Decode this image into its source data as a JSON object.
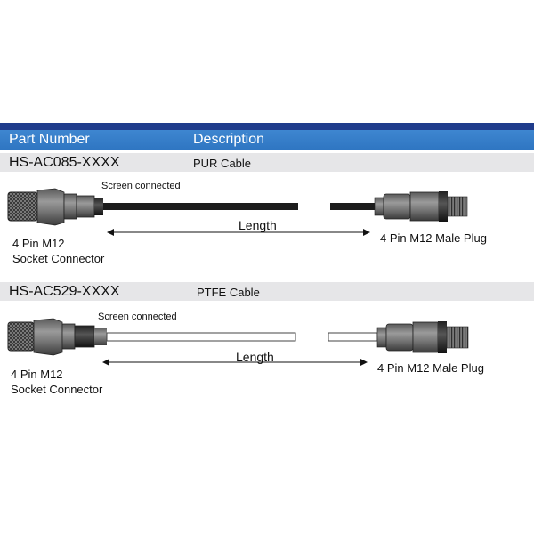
{
  "header": {
    "part_number": "Part Number",
    "description": "Description"
  },
  "cables": [
    {
      "part_number": "HS-AC085-XXXX",
      "description": "PUR Cable",
      "screen_label": "Screen connected",
      "length_label": "Length",
      "left_connector": "4 Pin M12\nSocket Connector",
      "right_connector": "4 Pin M12 Male Plug",
      "cable_color": "#1c1c1c"
    },
    {
      "part_number": "HS-AC529-XXXX",
      "description": "PTFE Cable",
      "screen_label": "Screen connected",
      "length_label": "Length",
      "left_connector": "4 Pin M12\nSocket Connector",
      "right_connector": "4 Pin M12 Male Plug",
      "cable_color": "#ffffff"
    }
  ],
  "colors": {
    "header_band": "#1f3c8c",
    "header_bg": "#3a82cc",
    "row_bg": "#e6e6e8"
  }
}
